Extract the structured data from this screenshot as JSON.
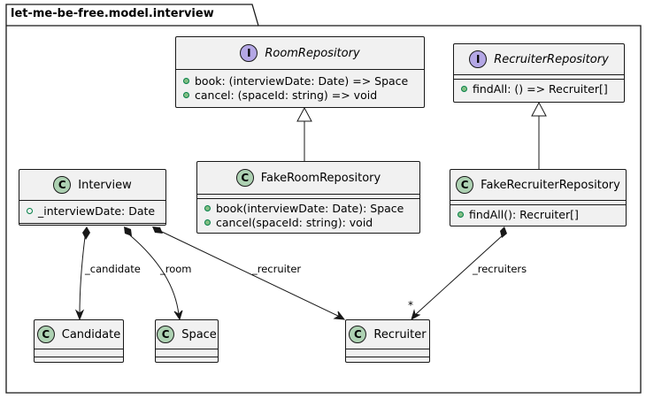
{
  "package": {
    "name": "let-me-be-free.model.interview"
  },
  "classes": {
    "room_repository": {
      "stereotype": "I",
      "name": "RoomRepository",
      "members": [
        "book: (interviewDate: Date) => Space",
        "cancel: (spaceId: string) => void"
      ]
    },
    "recruiter_repository": {
      "stereotype": "I",
      "name": "RecruiterRepository",
      "members": [
        "findAll: () => Recruiter[]"
      ]
    },
    "interview": {
      "stereotype": "C",
      "name": "Interview",
      "members": [
        "_interviewDate: Date"
      ]
    },
    "fake_room_repository": {
      "stereotype": "C",
      "name": "FakeRoomRepository",
      "members": [
        "book(interviewDate: Date): Space",
        "cancel(spaceId: string): void"
      ]
    },
    "fake_recruiter_repository": {
      "stereotype": "C",
      "name": "FakeRecruiterRepository",
      "members": [
        "findAll(): Recruiter[]"
      ]
    },
    "candidate": {
      "stereotype": "C",
      "name": "Candidate"
    },
    "space": {
      "stereotype": "C",
      "name": "Space"
    },
    "recruiter": {
      "stereotype": "C",
      "name": "Recruiter"
    }
  },
  "relations": {
    "candidate": {
      "label": "_candidate"
    },
    "room": {
      "label": "_room"
    },
    "recruiter": {
      "label": "_recruiter"
    },
    "recruiters": {
      "label": "_recruiters",
      "multiplicity": "*"
    }
  },
  "colors": {
    "class_badge": "#add1b2",
    "interface_badge": "#b4a7e5",
    "box_fill": "#f1f1f1",
    "line": "#181818"
  }
}
